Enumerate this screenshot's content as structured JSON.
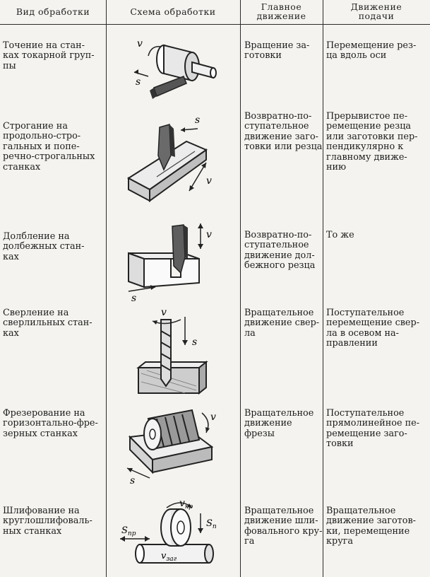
{
  "headers": {
    "col1": "Вид обработки",
    "col2": "Схема обработки",
    "col3": "Главное\nдвижение",
    "col4": "Движение\nподачи"
  },
  "rows": [
    {
      "type": "Точение на стан-\nках токарной груп-\nпы",
      "main_motion": "Вращение за-\nготовки",
      "feed_motion": "Перемещение рез-\nца вдоль оси",
      "scheme_labels": [
        "v",
        "s"
      ]
    },
    {
      "type": "Строгание на\nпродольно-стро-\nгальных и попе-\nречно-строгальных\nстанках",
      "main_motion": "Возвратно-по-\nступательное\nдвижение заго-\nтовки или резца",
      "feed_motion": "Прерывистое пе-\nремещение резца\nили заготовки пер-\nпендикулярно к\nглавному движе-\nнию",
      "scheme_labels": [
        "s",
        "v"
      ]
    },
    {
      "type": "Долбление на\nдолбежных стан-\nках",
      "main_motion": "Возвратно-по-\nступательное\nдвижение дол-\nбежного резца",
      "feed_motion": "То же",
      "scheme_labels": [
        "v",
        "s"
      ]
    },
    {
      "type": "Сверление на\nсверлильных стан-\nках",
      "main_motion": "Вращательное\nдвижение свер-\nла",
      "feed_motion": "Поступательное\nперемещение свер-\nла в осевом на-\nправлении",
      "scheme_labels": [
        "v",
        "s"
      ]
    },
    {
      "type": "Фрезерование на\nгоризонтально-фре-\nзерных станках",
      "main_motion": "Вращательное\nдвижение фрезы",
      "feed_motion": "Поступательное\nпрямолинейное пе-\nремещение заго-\nтовки",
      "scheme_labels": [
        "v",
        "s"
      ]
    },
    {
      "type": "Шлифование на\nкруглошлифоваль-\nных станках",
      "main_motion": "Вращательное\nдвижение шли-\nфовального кру-\nга",
      "feed_motion": "Вращательное\nдвижение заготов-\nки, перемещение\nкруга",
      "scheme_labels": [
        "v",
        "кр",
        "S",
        "пр",
        "S",
        "п",
        "v",
        "заг"
      ]
    }
  ]
}
